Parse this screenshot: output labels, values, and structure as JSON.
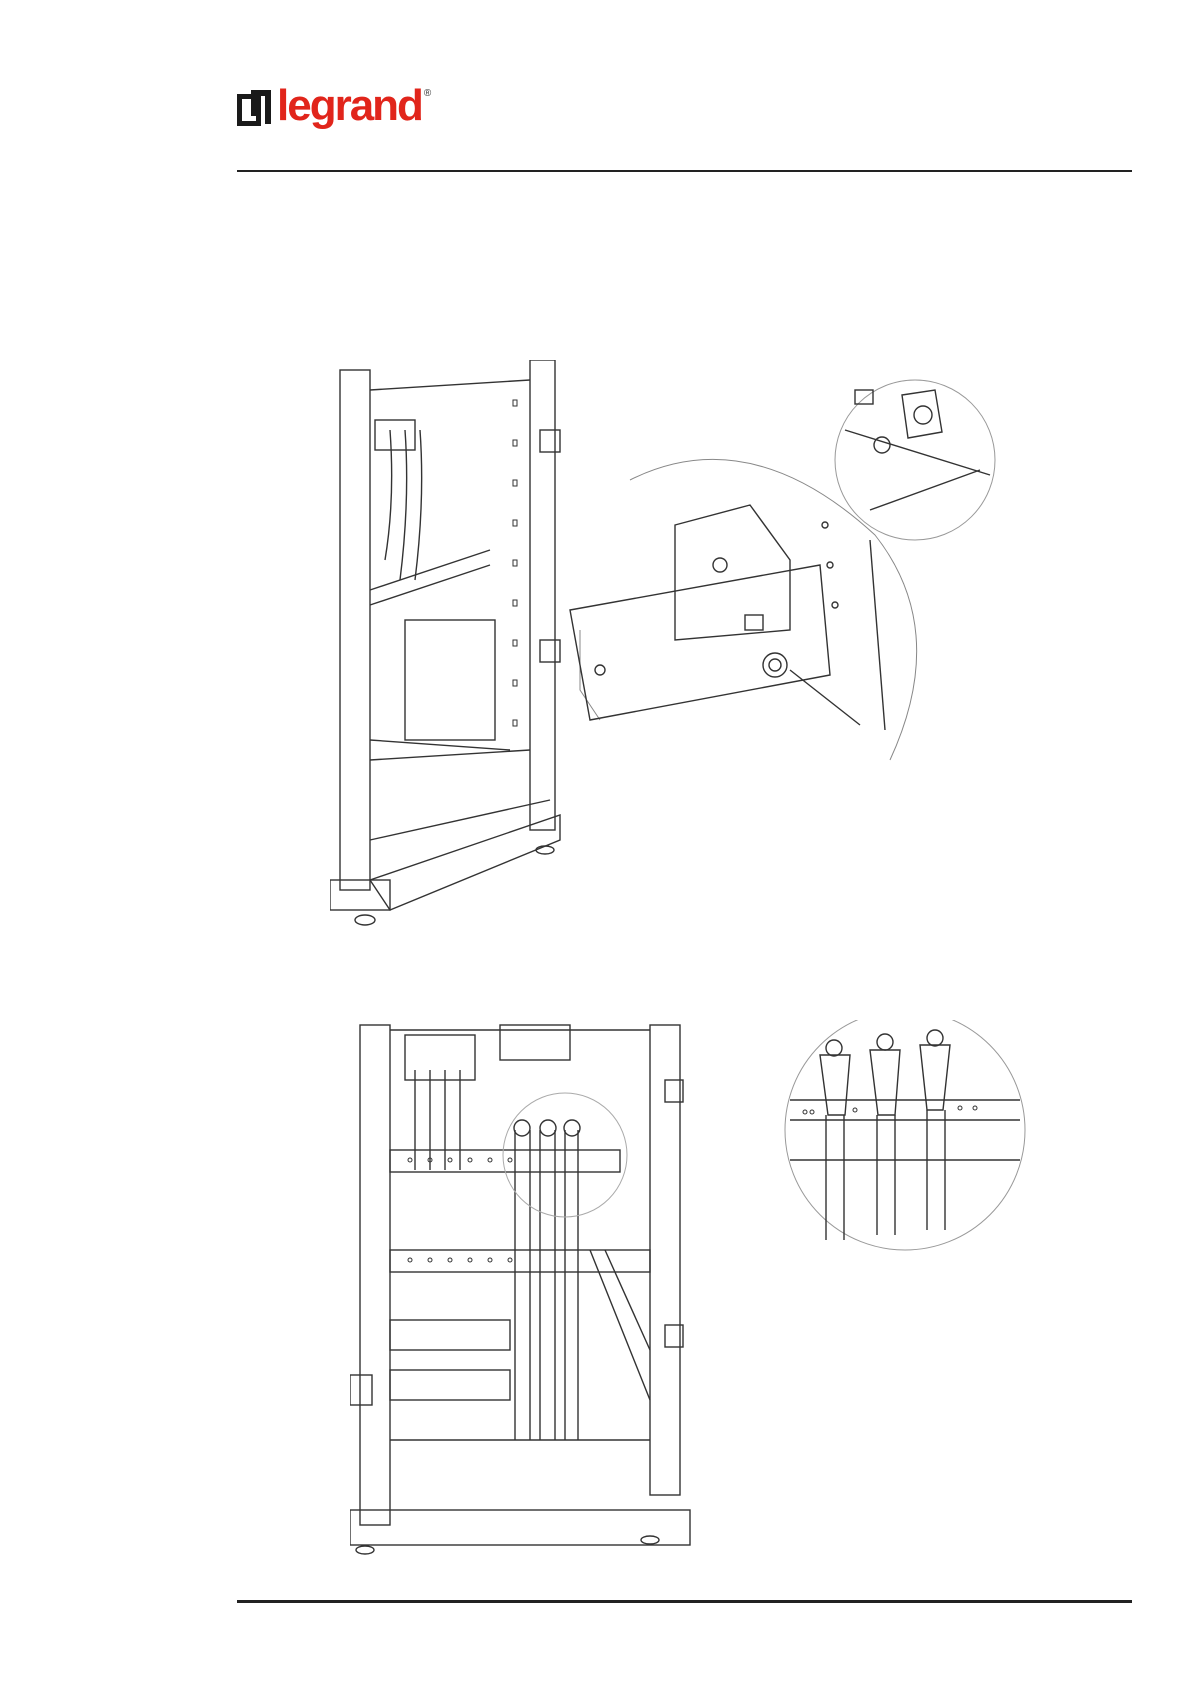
{
  "header": {
    "logo_text": "legrand",
    "logo_reg": "®",
    "brand_color": "#e1251b"
  },
  "figures": [
    {
      "name": "cabinet-frame-bracket-figure",
      "icon": "cabinet-assembly-illustration"
    },
    {
      "name": "cabinet-cable-clamp-figure",
      "icon": "cable-lugs-detail-illustration"
    }
  ]
}
